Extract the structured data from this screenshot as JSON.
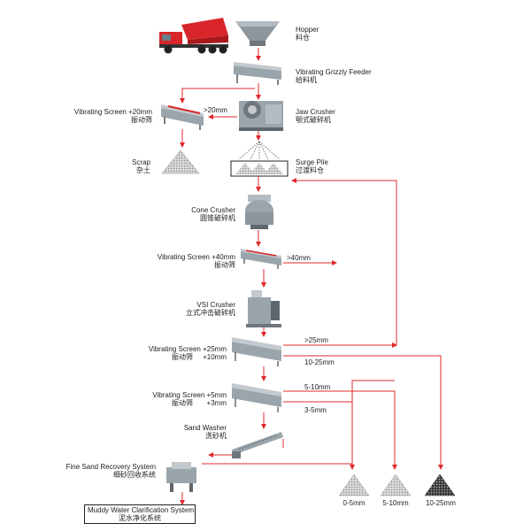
{
  "hopper": {
    "en": "Hopper",
    "zh": "料仓"
  },
  "grizzly_feeder": {
    "en": "Vibrating Grizzly Feeder",
    "zh": "给料机"
  },
  "jaw_crusher": {
    "en": "Jaw Crusher",
    "zh": "颚式破碎机"
  },
  "vibrating_screen_1": {
    "en": "Vibrating Screen  +20mm",
    "zh": "振动筛",
    "arrow_label": ">20mm"
  },
  "scrap": {
    "en": "Scrap",
    "zh": "杂土"
  },
  "surge_pile": {
    "en": "Surge Pile",
    "zh": "过渡料仓"
  },
  "cone_crusher": {
    "en": "Cone Crusher",
    "zh": "圆锥破碎机"
  },
  "vibrating_screen_2": {
    "en": "Vibrating Screen  +40mm",
    "zh": "振动筛",
    "arrow_label": ">40mm"
  },
  "vsi_crusher": {
    "en": "VSI Crusher",
    "zh": "立式冲击破碎机"
  },
  "vibrating_screen_3": {
    "en": "Vibrating Screen  +25mm",
    "zh": "振动筛",
    "zh_suffix": "+10mm",
    "arrow_label_top": ">25mm",
    "arrow_label_bottom": "10-25mm"
  },
  "vibrating_screen_4": {
    "en": "Vibrating Screen  +5mm",
    "zh": "振动筛",
    "zh_suffix": "+3mm",
    "arrow_label_top": "5-10mm",
    "arrow_label_bottom": "3-5mm"
  },
  "sand_washer": {
    "en": "Sand Washer",
    "zh": "洗砂机"
  },
  "fine_sand": {
    "en": "Fine Sand Recovery System",
    "zh": "细砂回收系统"
  },
  "muddy_water": {
    "en": "Muddy Water Clarification System",
    "zh": "泥水净化系统"
  },
  "products": [
    {
      "label": "0-5mm"
    },
    {
      "label": "5-10mm"
    },
    {
      "label": "10-25mm"
    }
  ],
  "colors": {
    "arrow": "#e0282b",
    "machine": "#9aa4ab",
    "machine_dark": "#5e676d",
    "pile_light": "#cfcfcf",
    "pile_dark": "#2b2b2b"
  }
}
